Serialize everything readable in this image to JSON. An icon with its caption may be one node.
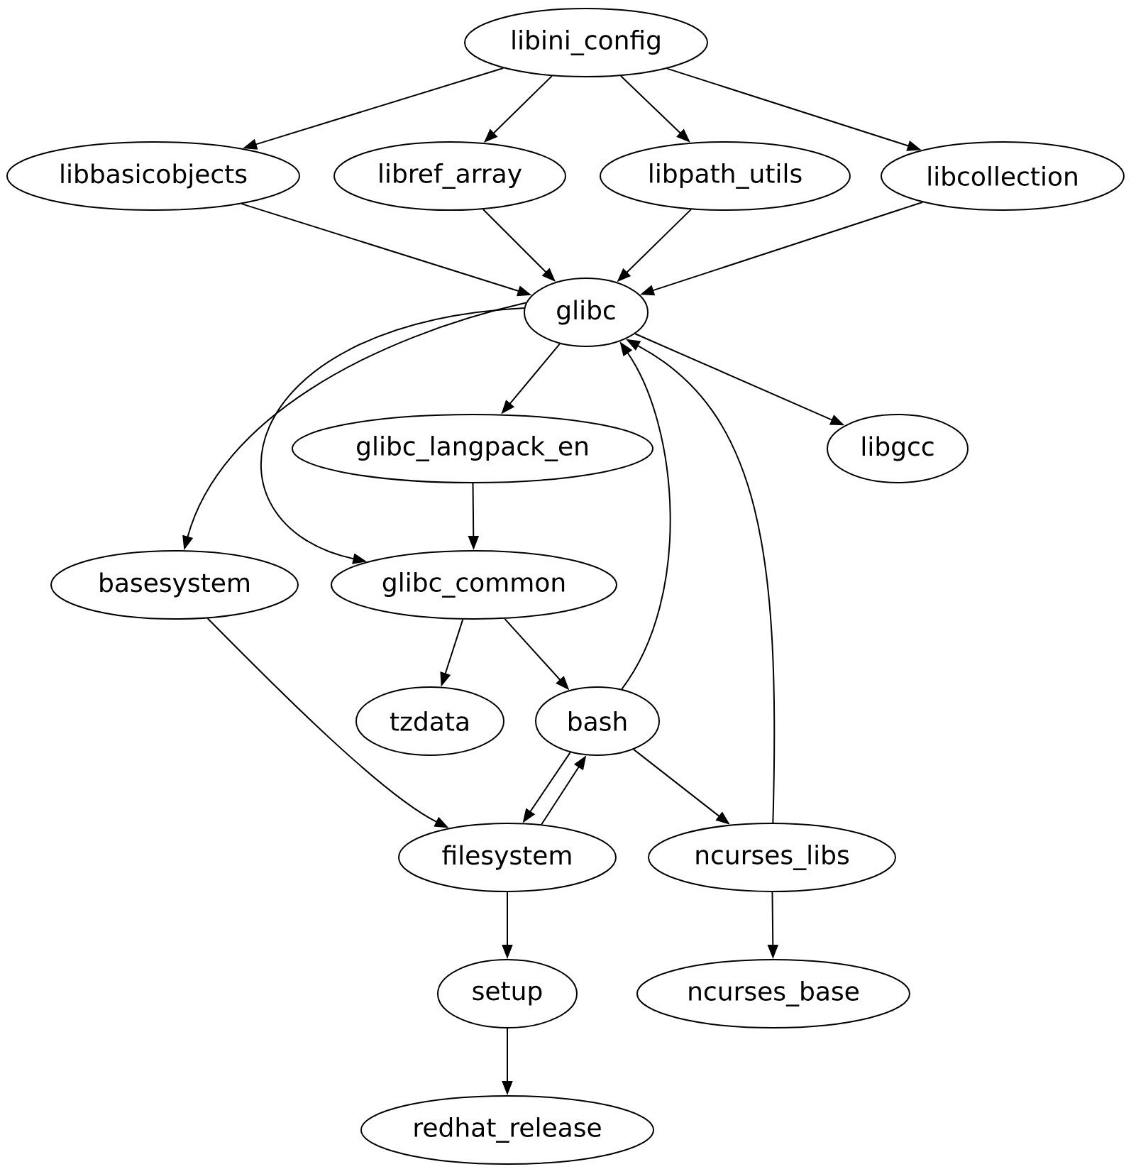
{
  "diagram": {
    "nodes": [
      {
        "text": [
          "libini_config"
        ]
      },
      {
        "text": [
          "libbasicobjects"
        ]
      },
      {
        "text": [
          "libref_array"
        ]
      },
      {
        "text": [
          "libpath_utils"
        ]
      },
      {
        "text": [
          "libcollection"
        ]
      },
      {
        "text": [
          "glibc"
        ]
      },
      {
        "text": [
          "glibc_langpack_en"
        ]
      },
      {
        "text": [
          "libgcc"
        ]
      },
      {
        "text": [
          "basesystem"
        ]
      },
      {
        "text": [
          "glibc_common"
        ]
      },
      {
        "text": [
          "tzdata"
        ]
      },
      {
        "text": [
          "bash"
        ]
      },
      {
        "text": [
          "filesystem"
        ]
      },
      {
        "text": [
          "ncurses_libs"
        ]
      },
      {
        "text": [
          "ncurses_base"
        ]
      },
      {
        "text": [
          "setup"
        ]
      },
      {
        "text": [
          "redhat_release"
        ]
      }
    ],
    "edges": [
      {
        "from": 0,
        "to": 1,
        "arrow": "to"
      },
      {
        "from": 0,
        "to": 2,
        "arrow": "to"
      },
      {
        "from": 0,
        "to": 3,
        "arrow": "to"
      },
      {
        "from": 0,
        "to": 4,
        "arrow": "to"
      },
      {
        "from": 1,
        "to": 5,
        "arrow": "to"
      },
      {
        "from": 2,
        "to": 5,
        "arrow": "to"
      },
      {
        "from": 3,
        "to": 5,
        "arrow": "to"
      },
      {
        "from": 4,
        "to": 5,
        "arrow": "to"
      },
      {
        "from": 5,
        "to": 6,
        "arrow": "to"
      },
      {
        "from": 5,
        "to": 7,
        "arrow": "to"
      },
      {
        "from": 5,
        "to": 8,
        "arrow": "to"
      },
      {
        "from": 5,
        "to": 9,
        "arrow": "to"
      },
      {
        "from": 6,
        "to": 9,
        "arrow": "to"
      },
      {
        "from": 9,
        "to": 10,
        "arrow": "to"
      },
      {
        "from": 9,
        "to": 11,
        "arrow": "to"
      },
      {
        "from": 11,
        "to": 5,
        "arrow": "to"
      },
      {
        "from": 11,
        "to": 12,
        "arrow": "to"
      },
      {
        "from": 12,
        "to": 11,
        "arrow": "to"
      },
      {
        "from": 11,
        "to": 13,
        "arrow": "to"
      },
      {
        "from": 8,
        "to": 12,
        "arrow": "to"
      },
      {
        "from": 13,
        "to": 5,
        "arrow": "to"
      },
      {
        "from": 13,
        "to": 14,
        "arrow": "to"
      },
      {
        "from": 12,
        "to": 15,
        "arrow": "to"
      },
      {
        "from": 15,
        "to": 16,
        "arrow": "to"
      }
    ]
  }
}
